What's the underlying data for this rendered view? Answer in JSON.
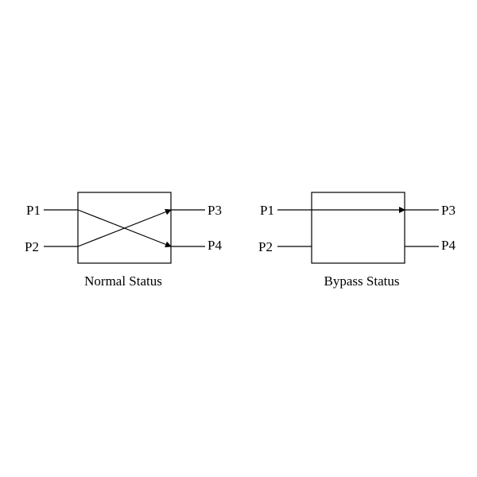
{
  "diagrams": {
    "normal": {
      "caption": "Normal Status",
      "ports": {
        "p1": "P1",
        "p2": "P2",
        "p3": "P3",
        "p4": "P4"
      }
    },
    "bypass": {
      "caption": "Bypass Status",
      "ports": {
        "p1": "P1",
        "p2": "P2",
        "p3": "P3",
        "p4": "P4"
      }
    }
  },
  "colors": {
    "line": "#000000",
    "background": "#ffffff"
  }
}
